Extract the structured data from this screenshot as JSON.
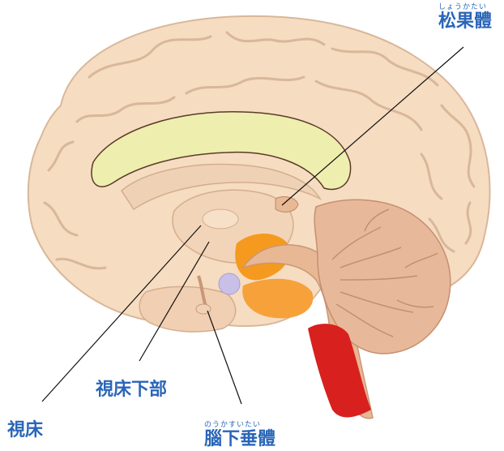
{
  "labels": {
    "pineal": {
      "ruby": "しょうかたい",
      "text": "松果體"
    },
    "hypothalamus": {
      "text": "視床下部"
    },
    "thalamus": {
      "text": "視床"
    },
    "pituitary": {
      "ruby": "のうかすいたい",
      "text": "腦下垂體"
    }
  },
  "colors": {
    "label": "#2a66b8",
    "brain": "#f6dcc0",
    "gyrus_outline": "#d9b79a",
    "corpus_callosum": "#eeeeae",
    "midbrain": "#f59a1e",
    "medulla": "#d8201e",
    "pituitary": "#c9c0e8",
    "cerebellum": "#e7b99a"
  }
}
